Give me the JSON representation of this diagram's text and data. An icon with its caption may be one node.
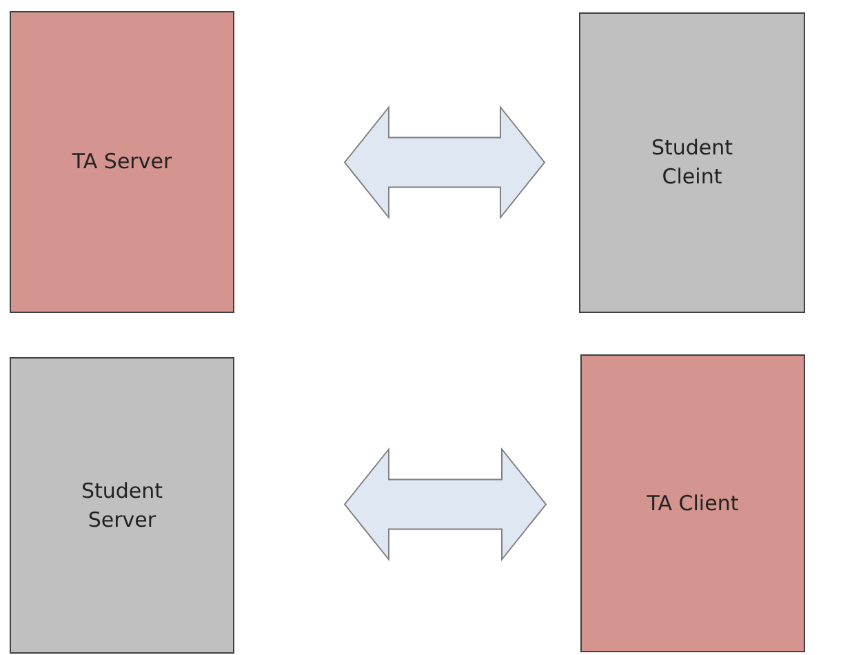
{
  "diagram": {
    "nodes": [
      {
        "text": [
          "TA Server"
        ]
      },
      {
        "text": [
          "Student Cleint"
        ]
      },
      {
        "text": [
          "Student Server"
        ]
      },
      {
        "text": [
          "TA Client"
        ]
      }
    ],
    "edges": [
      {
        "from": 0,
        "to": 1,
        "arrow": "both"
      },
      {
        "from": 2,
        "to": 3,
        "arrow": "both"
      }
    ]
  }
}
